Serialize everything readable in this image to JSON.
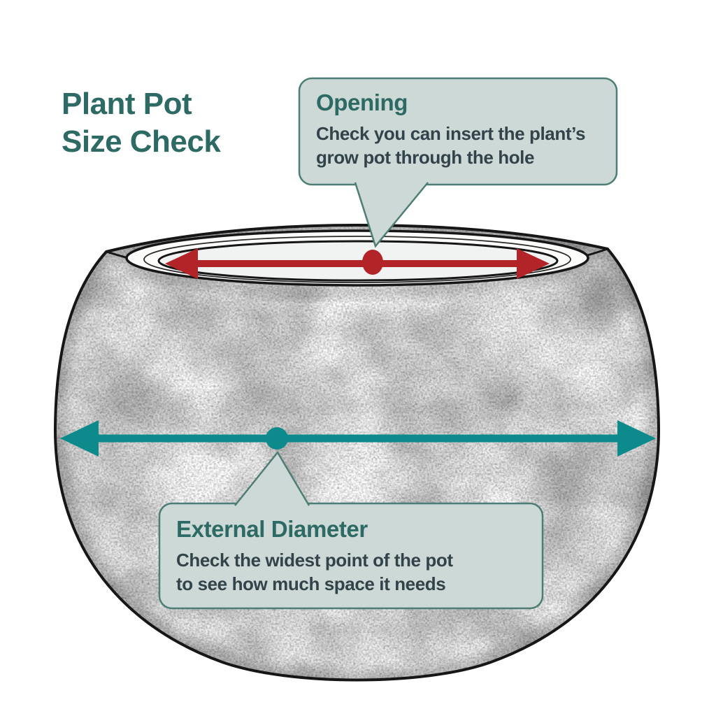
{
  "title": {
    "line1": "Plant Pot",
    "line2": "Size Check"
  },
  "callouts": {
    "opening": {
      "heading": "Opening",
      "body": [
        "Check you can insert the plant’s",
        "grow pot through the hole"
      ]
    },
    "external_diameter": {
      "heading": "External Diameter",
      "body": [
        "Check the widest point of the pot",
        "to see how much space it needs"
      ]
    }
  },
  "colors": {
    "title_teal": "#2d6a63",
    "heading_teal": "#2d6a63",
    "body_text": "#33434a",
    "callout_fill": "#ccd9d6",
    "callout_border": "#4d7d74",
    "arrow_red": "#b22428",
    "arrow_teal": "#0d8a8c",
    "pot_line": "#161616"
  }
}
